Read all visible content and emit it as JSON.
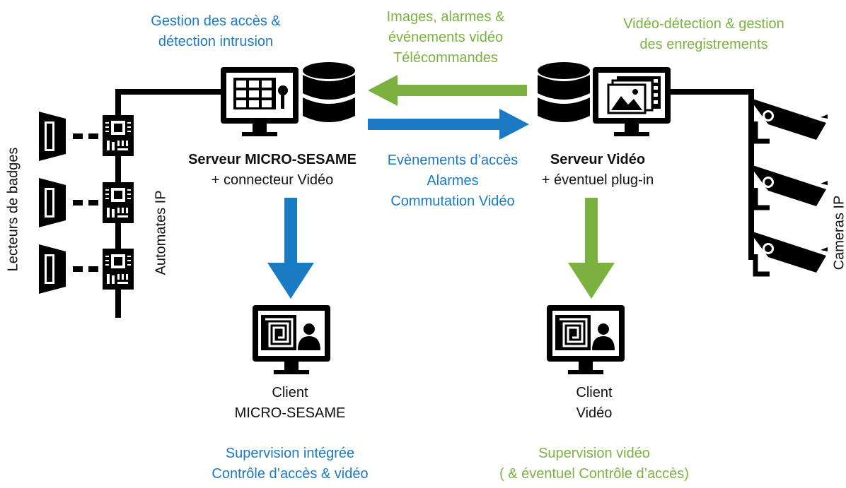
{
  "colors": {
    "access": "#1a7bc3",
    "video": "#7bb23f",
    "line": "#000000"
  },
  "labels": {
    "access_mgmt": [
      "Gestion des accès &",
      "détection intrusion"
    ],
    "video_to_access": [
      "Images, alarmes &",
      "événements vidéo",
      "Télécommandes"
    ],
    "video_detection": [
      "Vidéo-détection & gestion",
      "des enregistrements"
    ],
    "server_ms_title": "Serveur MICRO-SESAME",
    "server_ms_sub": "+ connecteur Vidéo",
    "access_to_video": [
      "Evènements d’accès",
      "Alarmes",
      "Commutation Vidéo"
    ],
    "server_video_title": "Serveur Vidéo",
    "server_video_sub": "+ éventuel plug-in",
    "client_ms": [
      "Client",
      "MICRO-SESAME"
    ],
    "client_video": [
      "Client",
      "Vidéo"
    ],
    "supervision_ms": [
      "Supervision intégrée",
      "Contrôle d’accès & vidéo"
    ],
    "supervision_video": [
      "Supervision vidéo",
      "( & éventuel Contrôle d’accès)"
    ],
    "badge_readers": "Lecteurs de badges",
    "ip_controllers": "Automates IP",
    "ip_cameras": "Cameras IP"
  },
  "icons": [
    "monitor-icon",
    "keypad-icon",
    "database-icon",
    "image-gallery-icon",
    "door-reader-icon",
    "circuit-board-icon",
    "camera-icon",
    "maze-icon",
    "user-icon",
    "arrow-icon"
  ]
}
